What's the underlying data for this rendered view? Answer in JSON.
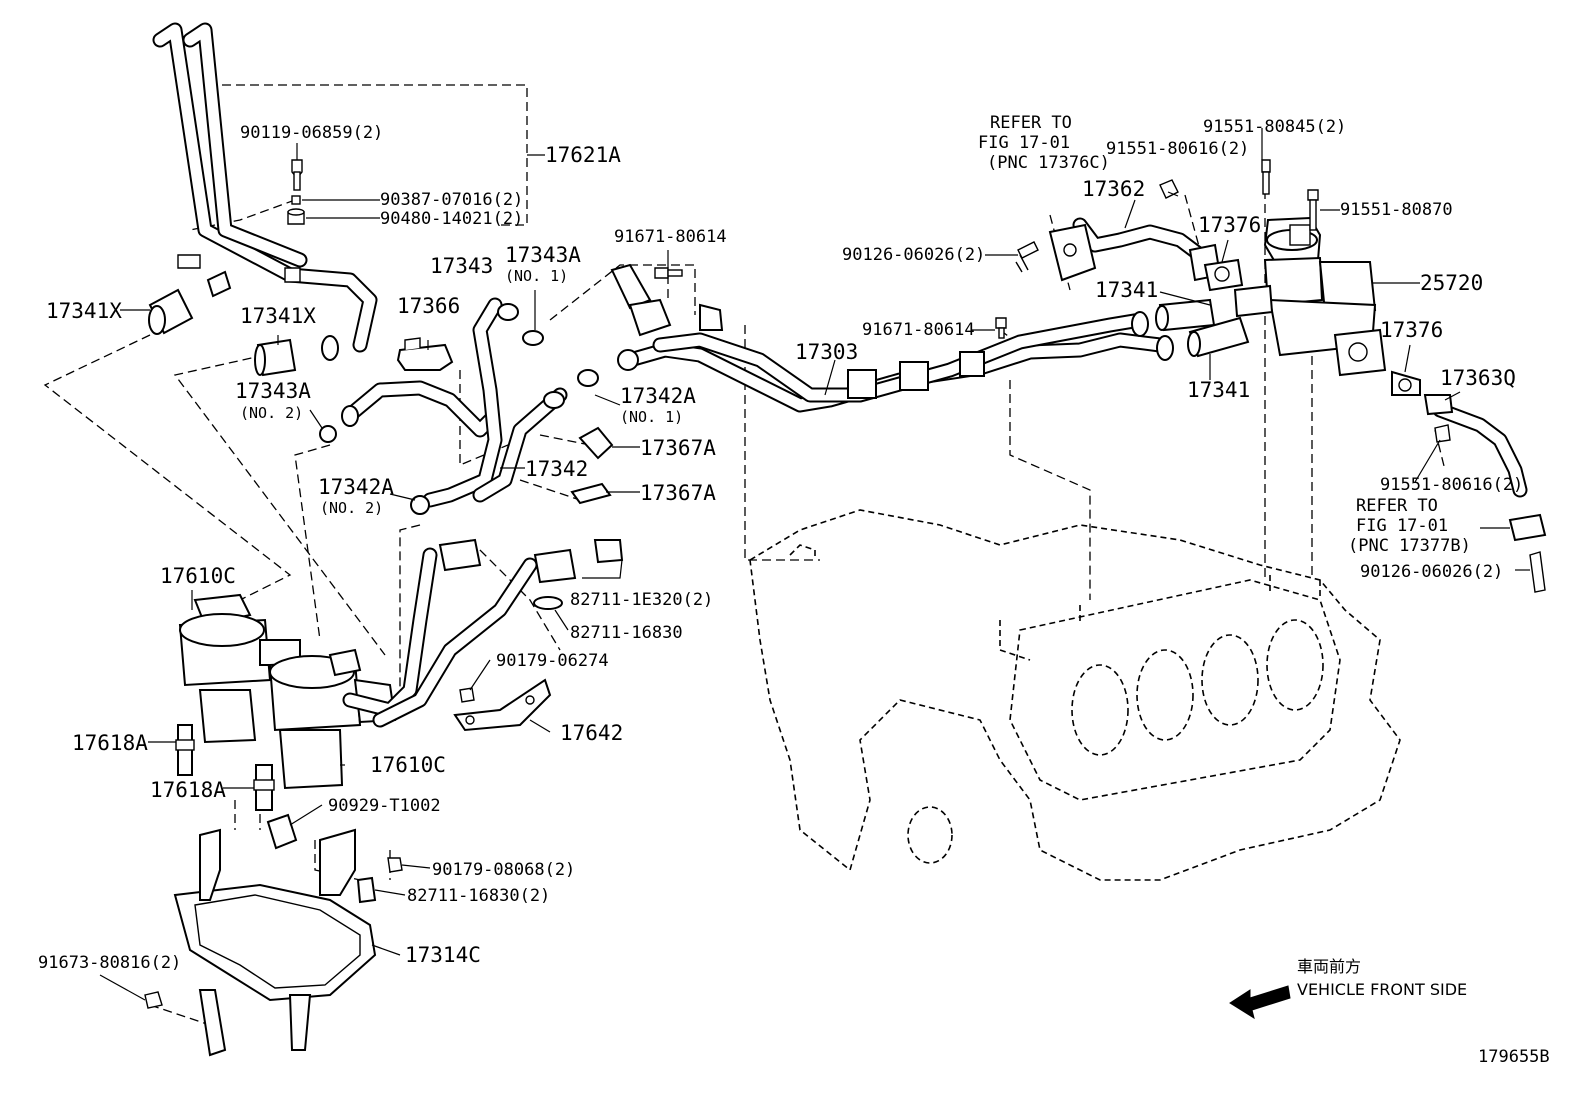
{
  "labels": {
    "p17621A": "17621A",
    "p90119": "90119-06859(2)",
    "p90387": "90387-07016(2)",
    "p90480": "90480-14021(2)",
    "p17341X_a": "17341X",
    "p17341X_b": "17341X",
    "p17343": "17343",
    "p17343A_1": "17343A",
    "p17343A_1_no": "(NO. 1)",
    "p17366": "17366",
    "p17343A_2": "17343A",
    "p17343A_2_no": "(NO. 2)",
    "p91671_a": "91671-80614",
    "p17342A_1": "17342A",
    "p17342A_1_no": "(NO. 1)",
    "p17367A_a": "17367A",
    "p17367A_b": "17367A",
    "p17342": "17342",
    "p17342A_2": "17342A",
    "p17342A_2_no": "(NO. 2)",
    "p17303": "17303",
    "p91671_b": "91671-80614",
    "p90126_a": "90126-06026(2)",
    "refer_a_1": "REFER TO",
    "refer_a_2": "FIG 17-01",
    "refer_a_3": "(PNC 17376C)",
    "p91551_80616_a": "91551-80616(2)",
    "p91551_80845": "91551-80845(2)",
    "p17362": "17362",
    "p17376_a": "17376",
    "p91551_80870": "91551-80870",
    "p25720": "25720",
    "p17341_a": "17341",
    "p17341_b": "17341",
    "p17376_b": "17376",
    "p17363Q": "17363Q",
    "p91551_80616_b": "91551-80616(2)",
    "refer_b_1": "REFER TO",
    "refer_b_2": "FIG 17-01",
    "refer_b_3": "(PNC 17377B)",
    "p90126_b": "90126-06026(2)",
    "p17610C_a": "17610C",
    "p17610C_b": "17610C",
    "p82711_1E320": "82711-1E320(2)",
    "p82711_16830": "82711-16830",
    "p90179_06274": "90179-06274",
    "p17642": "17642",
    "p17618A_a": "17618A",
    "p17618A_b": "17618A",
    "p90929": "90929-T1002",
    "p90179_08068": "90179-08068(2)",
    "p82711_16830_2": "82711-16830(2)",
    "p17314C": "17314C",
    "p91673": "91673-80816(2)"
  },
  "direction": {
    "jp": "車両前方",
    "en": "VEHICLE FRONT SIDE"
  },
  "figure_id": "179655B"
}
